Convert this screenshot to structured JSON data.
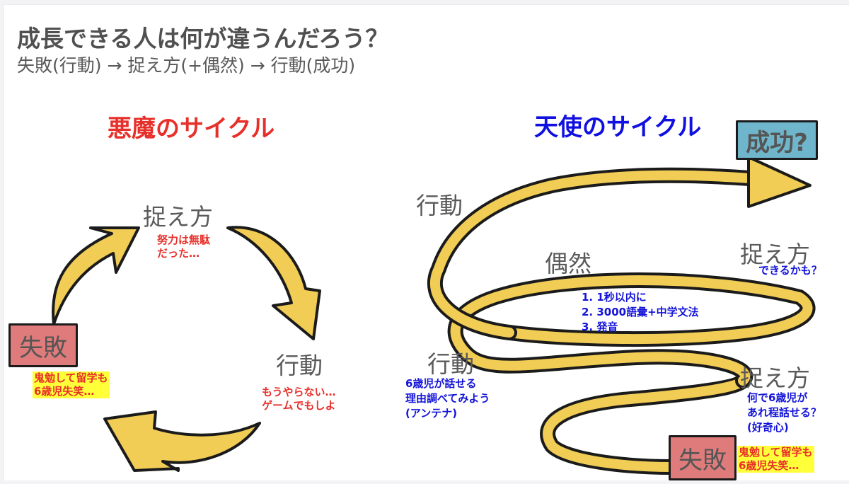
{
  "header": {
    "title": "成長できる人は何が違うんだろう？",
    "subtitle": "失敗(行動) → 捉え方(+偶然) → 行動(成功)"
  },
  "devil_cycle": {
    "title": "悪魔のサイクル",
    "title_color": "#e8302a",
    "stages": {
      "perception": {
        "label": "捉え方",
        "note": [
          "努力は無駄",
          "だった…"
        ]
      },
      "action": {
        "label": "行動",
        "note": [
          "もうやらない…",
          "ゲームでもしよ"
        ]
      },
      "failure": {
        "label": "失敗",
        "note": [
          "鬼勉して留学も",
          "6歳児失笑…"
        ]
      }
    },
    "arrow_color": "#f2cd55"
  },
  "angel_cycle": {
    "title": "天使のサイクル",
    "title_color": "#1010e0",
    "success": {
      "label": "成功?"
    },
    "top_action": {
      "label": "行動"
    },
    "chance": {
      "label": "偶然",
      "list": [
        "1. 1秒以内に",
        "2. 3000語彙+中学文法",
        "3. 発音"
      ]
    },
    "upper_perception": {
      "label": "捉え方",
      "note": [
        "できるかも？"
      ]
    },
    "lower_action": {
      "label": "行動",
      "note": [
        "6歳児が話せる",
        "理由調べてみよう",
        "(アンテナ)"
      ]
    },
    "lower_perception": {
      "label": "捉え方",
      "note": [
        "何で6歳児が",
        "あれ程話せる？",
        "(好奇心)"
      ]
    },
    "failure": {
      "label": "失敗",
      "note": [
        "鬼勉して留学も",
        "6歳児失笑…"
      ]
    },
    "spiral_color": "#f2cd55"
  },
  "colors": {
    "failure_box": "#e07b7b",
    "success_box": "#6fb6cc",
    "highlight": "#ffff3a",
    "outline": "#1b1b1b"
  }
}
